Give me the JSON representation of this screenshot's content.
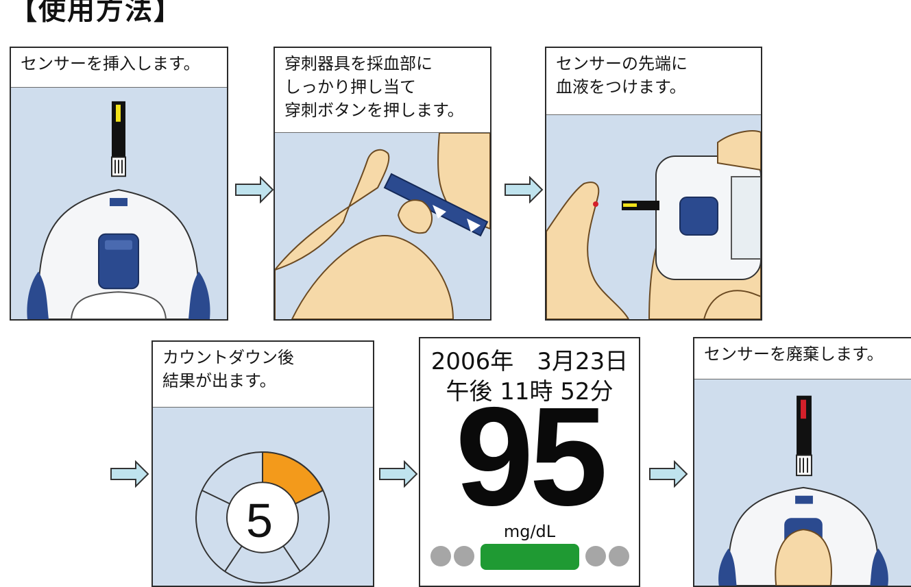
{
  "page": {
    "heading": "【使用方法】"
  },
  "steps": [
    {
      "caption": "センサーを挿入します。"
    },
    {
      "caption": "穿刺器具を採血部に\nしっかり押し当て\n穿刺ボタンを押します。"
    },
    {
      "caption": "センサーの先端に\n血液をつけます。"
    },
    {
      "caption": "カウントダウン後\n結果が出ます。",
      "countdown": "5"
    },
    {
      "date": "2006年　3月23日",
      "time": "午後 11時 52分",
      "reading": "95",
      "unit": "mg/dL"
    },
    {
      "caption": "センサーを廃棄します。"
    }
  ],
  "colors": {
    "scene_background": "#cfdded",
    "arrow_fill": "#bfe3ee",
    "device_blue": "#2b4a8f",
    "countdown_segment": "#f39a1b",
    "result_bar": "#1f9a33",
    "indicator_dots": "#a6a6a6",
    "sensor_tip_yellow": "#f2e21a",
    "sensor_tip_red": "#d4202a"
  }
}
